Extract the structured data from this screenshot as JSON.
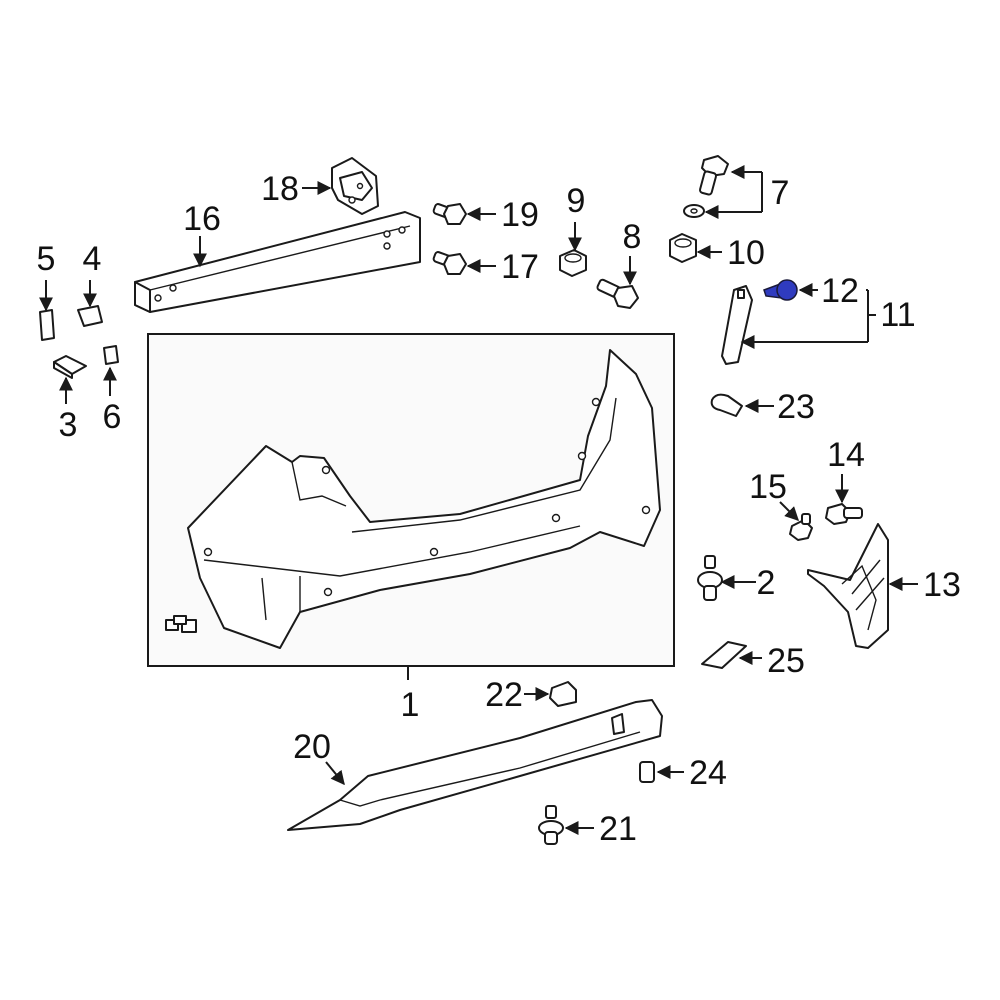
{
  "colors": {
    "line": "#1a1a1a",
    "highlight": "#2f3bbf",
    "bumper_fill": "#fafafa",
    "background": "#ffffff"
  },
  "callouts": {
    "c1": "1",
    "c2": "2",
    "c3": "3",
    "c4": "4",
    "c5": "5",
    "c6": "6",
    "c7": "7",
    "c8": "8",
    "c9": "9",
    "c10": "10",
    "c11": "11",
    "c12": "12",
    "c13": "13",
    "c14": "14",
    "c15": "15",
    "c16": "16",
    "c17": "17",
    "c18": "18",
    "c19": "19",
    "c20": "20",
    "c21": "21",
    "c22": "22",
    "c23": "23",
    "c24": "24",
    "c25": "25"
  },
  "highlighted_part": "12"
}
